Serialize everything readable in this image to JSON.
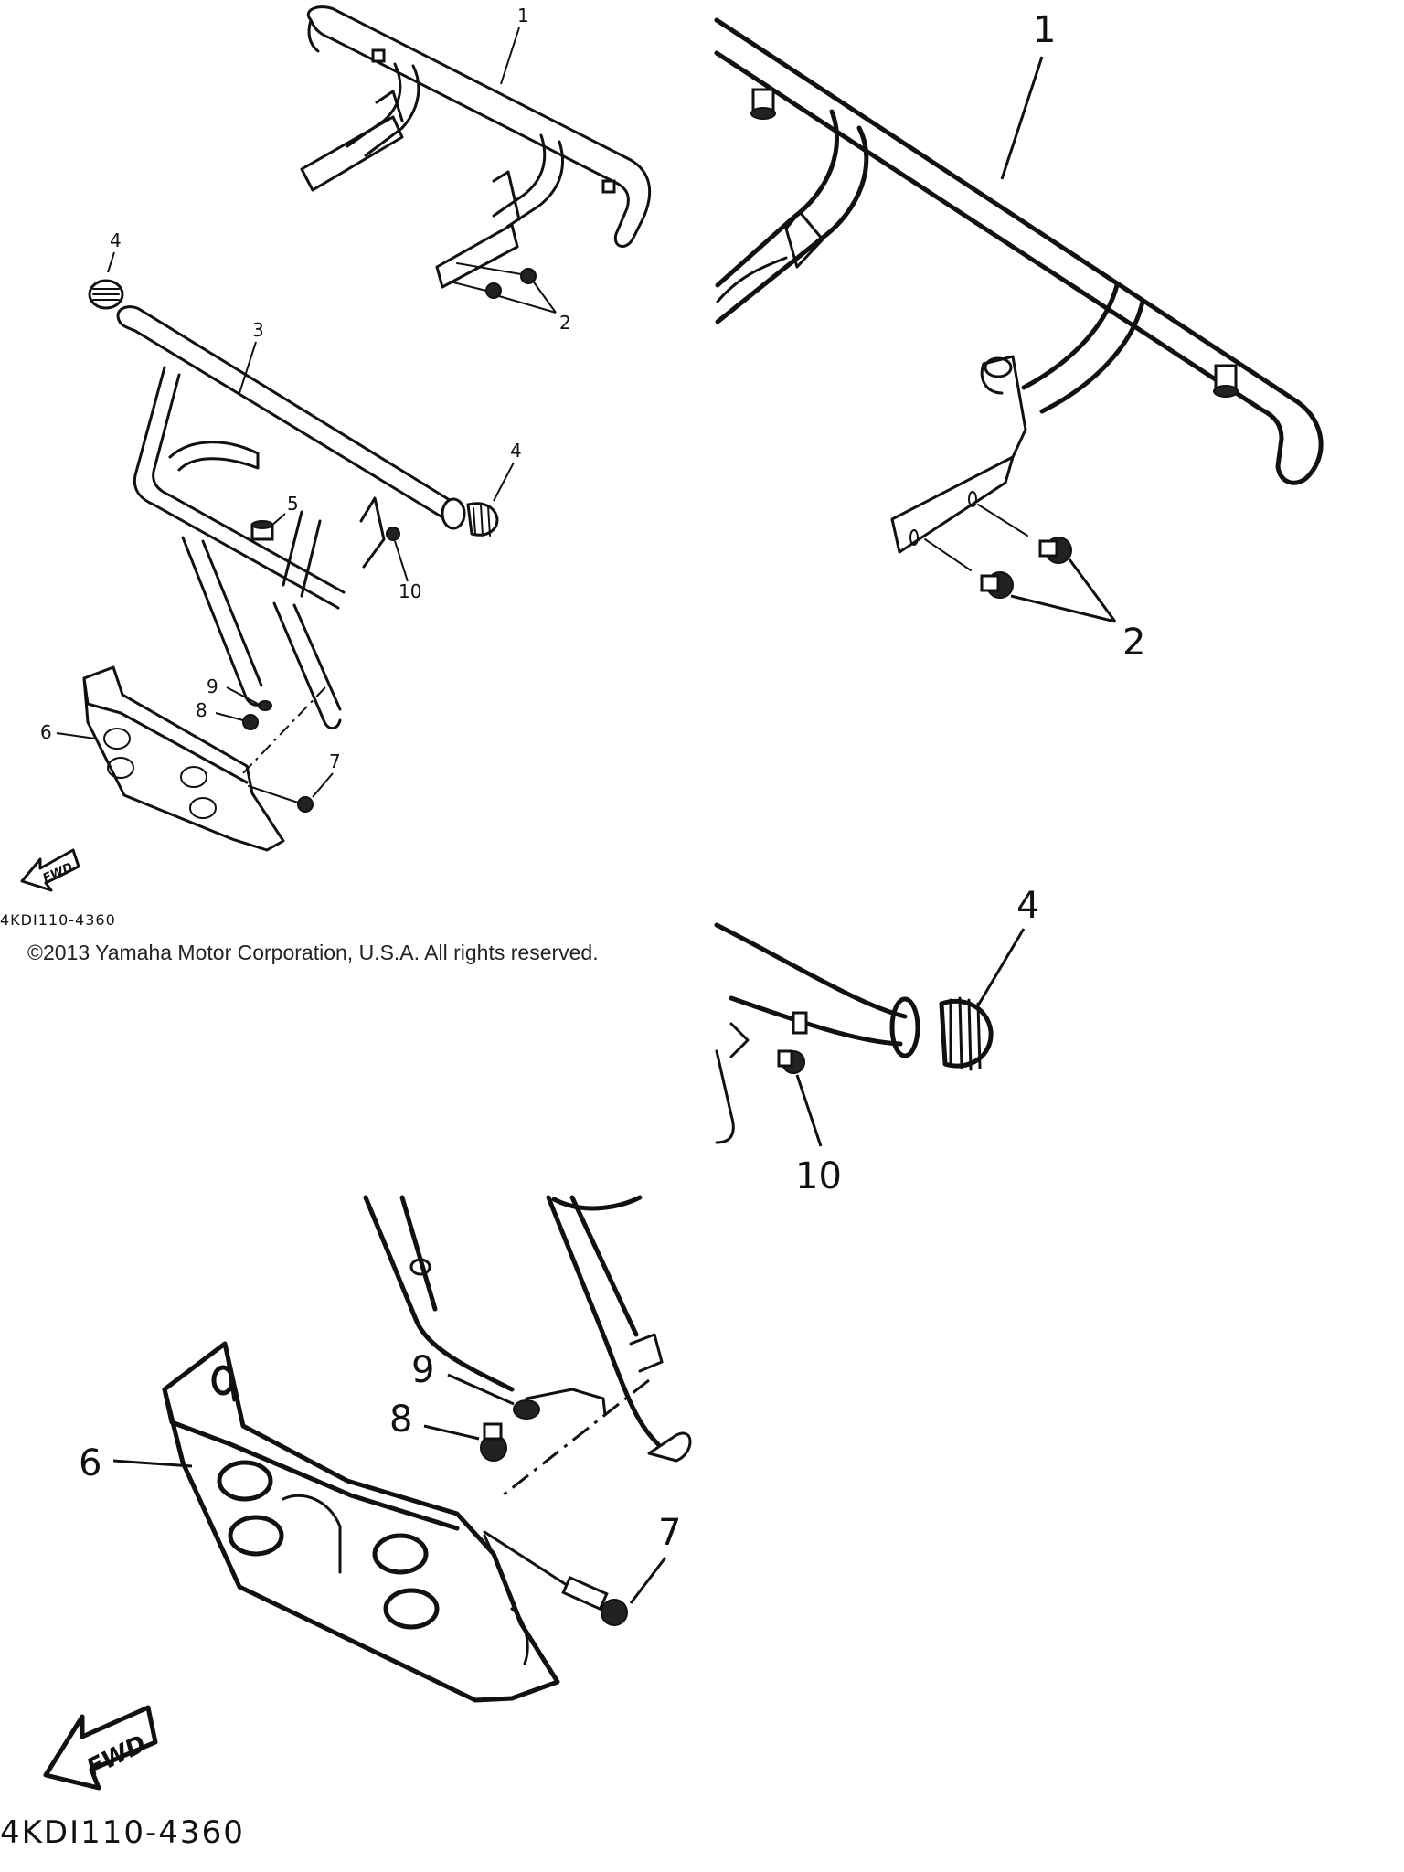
{
  "overview": {
    "callouts": {
      "c1": "1",
      "c2": "2",
      "c3": "3",
      "c4a": "4",
      "c4b": "4",
      "c5": "5",
      "c6": "6",
      "c7": "7",
      "c8": "8",
      "c9": "9",
      "c10": "10"
    },
    "fwd_label": "FWD",
    "diagram_code": "4KDI110-4360",
    "copyright": "©2013 Yamaha Motor Corporation, U.S.A. All rights reserved."
  },
  "detail_top_right": {
    "callouts": {
      "c1": "1",
      "c2": "2"
    }
  },
  "detail_mid_right": {
    "callouts": {
      "c4": "4",
      "c10": "10"
    }
  },
  "detail_bottom_left": {
    "callouts": {
      "c6": "6",
      "c7": "7",
      "c8": "8",
      "c9": "9"
    },
    "fwd_label": "FWD",
    "diagram_code": "4KDI110-4360"
  },
  "icons": [
    "fwd-arrow-icon"
  ]
}
